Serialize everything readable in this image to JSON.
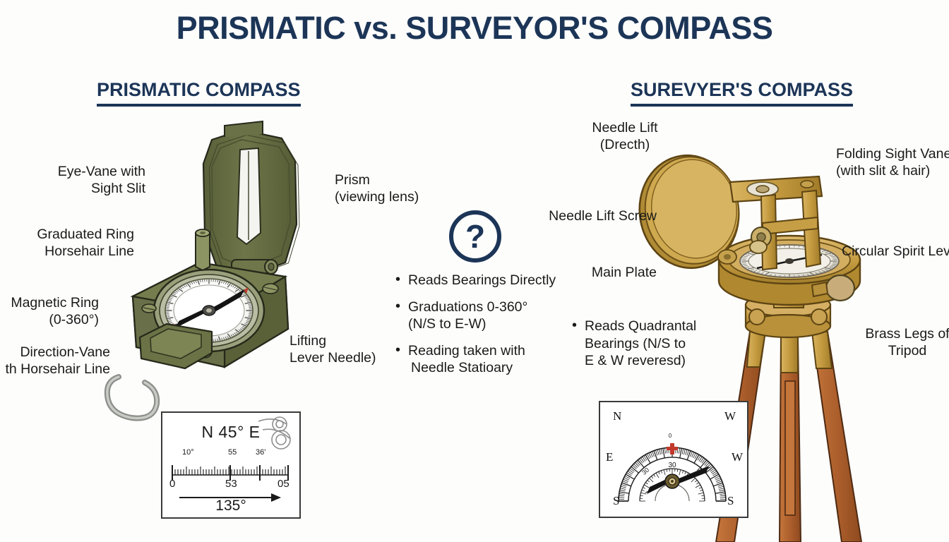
{
  "title": "PRISMATIC vs. SURVEYOR'S COMPASS",
  "sections": {
    "left_title": "PRISMATIC COMPASS",
    "right_title": "SUREVYER'S COMPASS"
  },
  "left_callouts": [
    {
      "id": "eye-vane",
      "line1": "Eye-Vane with",
      "line2": "Sight Slit"
    },
    {
      "id": "graduated-ring",
      "line1": "Graduated Ring",
      "line2": "Horsehair Line"
    },
    {
      "id": "magnetic-ring",
      "line1": "Magnetic Ring",
      "line2": "(0-360°)"
    },
    {
      "id": "direction-vane",
      "line1": "Direction-Vane",
      "line2": "th Horsehair Line"
    },
    {
      "id": "prism",
      "line1": "Prism",
      "line2": "(viewing lens)"
    },
    {
      "id": "lifting-lever",
      "line1": "Lifting",
      "line2": "Lever Needle)"
    }
  ],
  "right_callouts": [
    {
      "id": "needle-lift",
      "line1": "Needle Lift",
      "line2": "(Drecth)"
    },
    {
      "id": "needle-lift-screw",
      "line1": "Needle Lift Screw",
      "line2": ""
    },
    {
      "id": "main-plate",
      "line1": "Main Plate",
      "line2": ""
    },
    {
      "id": "folding-sight-vanes",
      "line1": "Folding Sight Vanes",
      "line2": "(with slit & hair)"
    },
    {
      "id": "circular-spirit-level",
      "line1": "Circular Spirit Level",
      "line2": ""
    },
    {
      "id": "brass-legs",
      "line1": "Brass Legs of",
      "line2": "Tripod"
    }
  ],
  "center": {
    "badge": "?",
    "bullets": [
      {
        "line1": "Reads Bearings Directly",
        "line2": ""
      },
      {
        "line1": "Graduations 0-360°",
        "line2": "(N/S to E-W)"
      },
      {
        "line1": "Reading taken with",
        "line2": "Needle Statioary"
      }
    ]
  },
  "right_bullets": [
    {
      "line1": "Reads Quadrantal",
      "line2": "Bearings (N/S to",
      "line3": "E & W reveresd)"
    }
  ],
  "inset_left": {
    "bearing": "N 45° E",
    "scale_top": [
      "10°",
      "55",
      "36'"
    ],
    "scale_bottom": [
      "0",
      "53",
      "05"
    ],
    "arrow_value": "135°"
  },
  "inset_right": {
    "letters": [
      "N",
      "W",
      "E",
      "W",
      "S",
      "S"
    ],
    "dial_marks": [
      "0",
      "30",
      "30",
      "30",
      "80"
    ]
  },
  "colors": {
    "navy": "#1c3557",
    "olive": "#6c7348",
    "olive_dark": "#4e5434",
    "olive_light": "#878e60",
    "brass": "#c49a3f",
    "brass_light": "#d9b564",
    "brass_dark": "#9c7828",
    "wood": "#b5662f",
    "ink": "#1a1a1a"
  }
}
